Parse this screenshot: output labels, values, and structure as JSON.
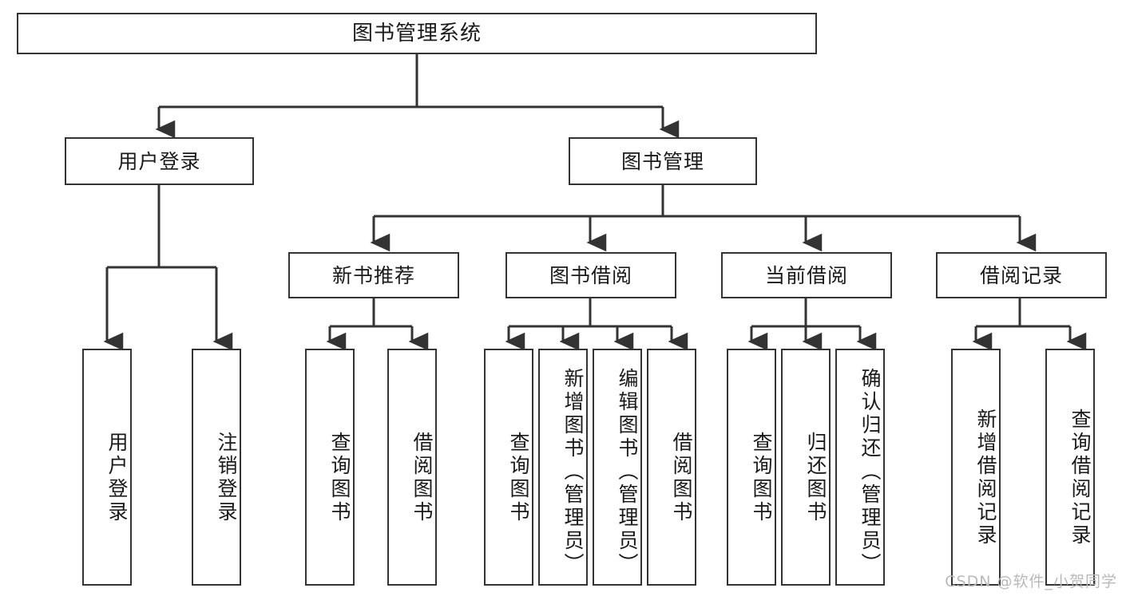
{
  "diagram": {
    "title": "图书管理系统",
    "type": "hierarchy-tree",
    "stroke_color": "#333333",
    "fill_color": "#ffffff",
    "background": "#ffffff"
  },
  "root": {
    "label": "图书管理系统"
  },
  "level2": [
    {
      "label": "用户登录"
    },
    {
      "label": "图书管理"
    }
  ],
  "level3": [
    {
      "label": "新书推荐"
    },
    {
      "label": "图书借阅"
    },
    {
      "label": "当前借阅"
    },
    {
      "label": "借阅记录"
    }
  ],
  "leaves": {
    "user_login": [
      {
        "label": "用户登录"
      },
      {
        "label": "注销登录"
      }
    ],
    "new_book": [
      {
        "label": "查询图书"
      },
      {
        "label": "借阅图书"
      }
    ],
    "borrow_book": [
      {
        "label": "查询图书"
      },
      {
        "label": "新增图书（管理员）"
      },
      {
        "label": "编辑图书（管理员）"
      },
      {
        "label": "借阅图书"
      }
    ],
    "current_borrow": [
      {
        "label": "查询图书"
      },
      {
        "label": "归还图书"
      },
      {
        "label": "确认归还（管理员）"
      }
    ],
    "borrow_record": [
      {
        "label": "新增借阅记录"
      },
      {
        "label": "查询借阅记录"
      }
    ]
  },
  "watermark": {
    "text": "CSDN @软件_小贺同学"
  }
}
